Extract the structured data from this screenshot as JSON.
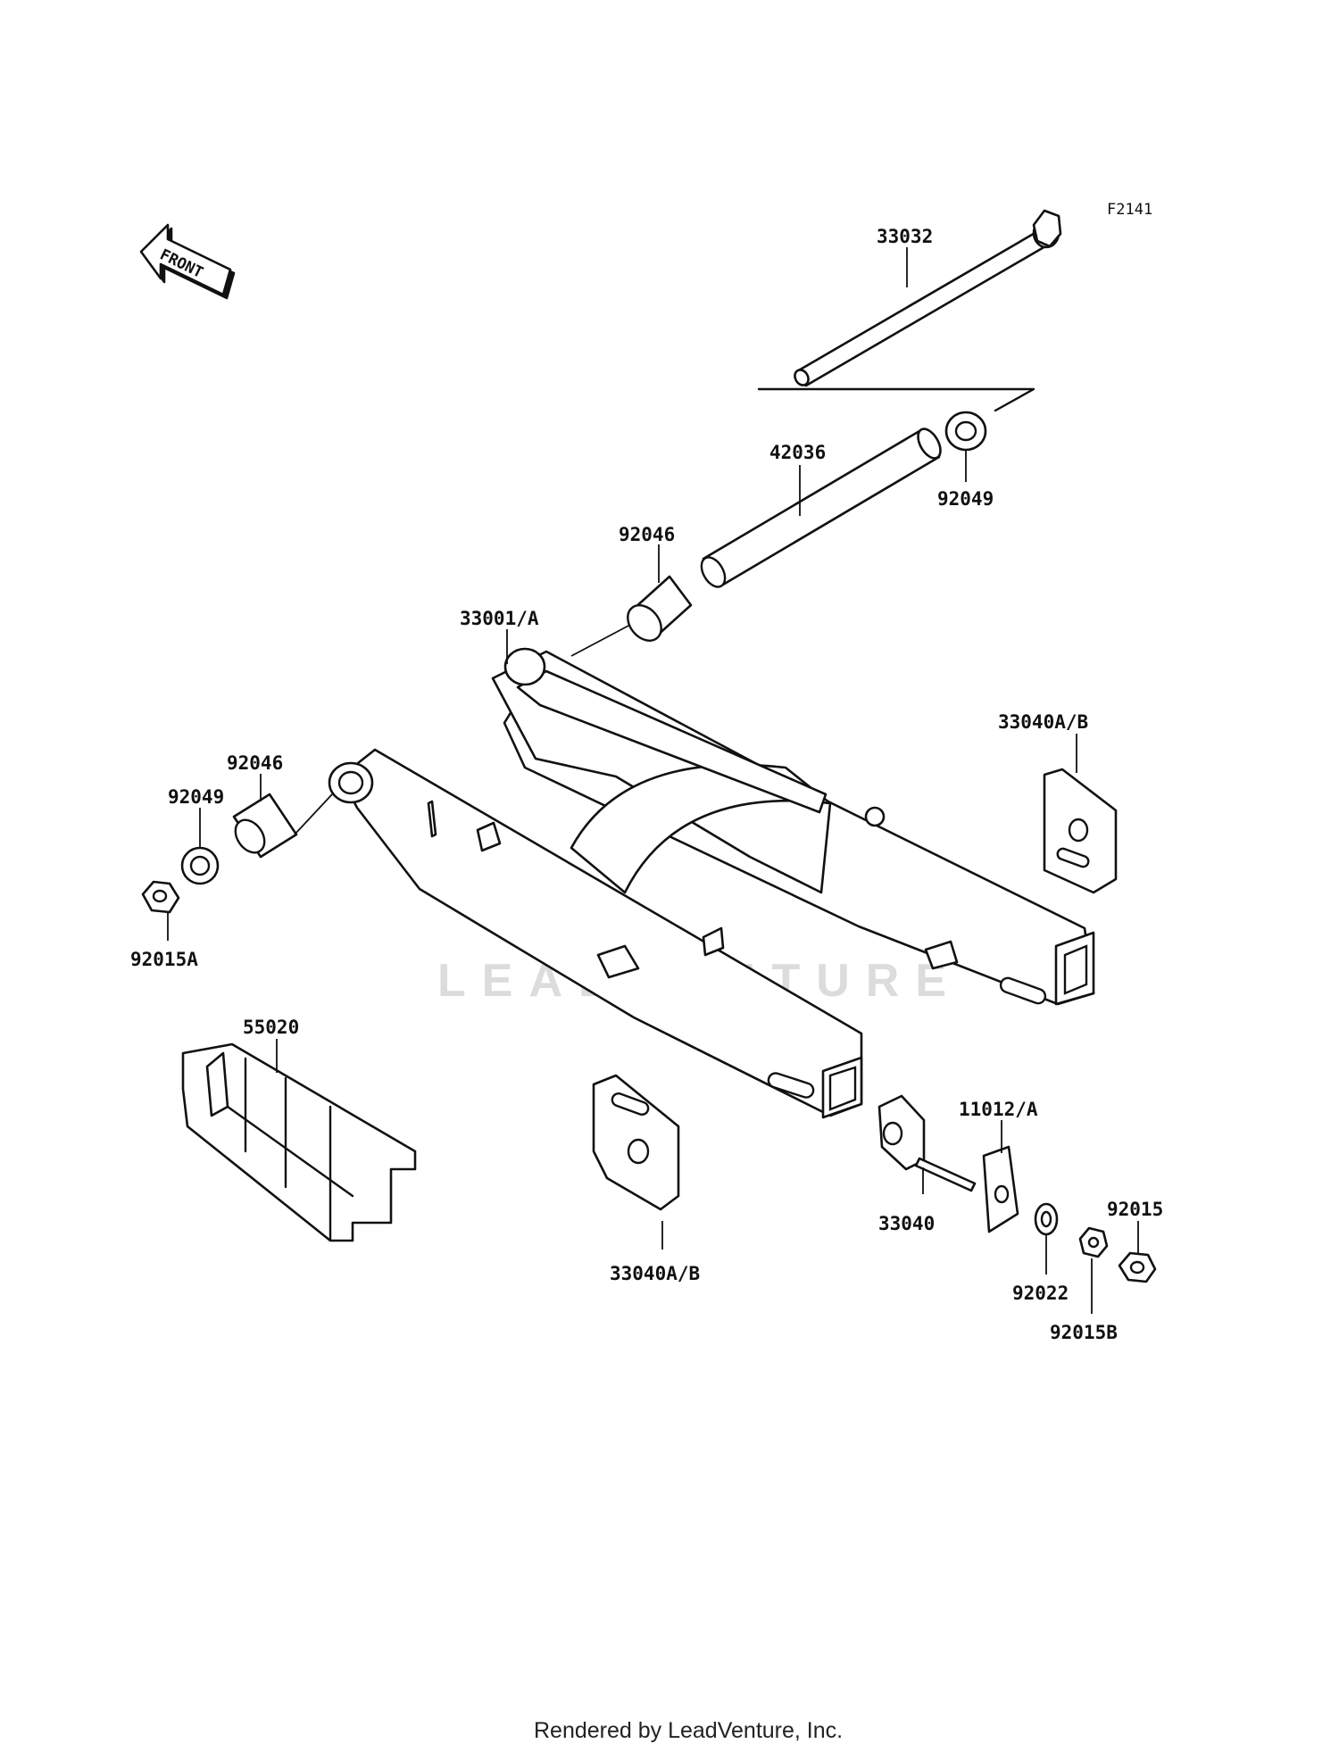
{
  "figure_id": "F2141",
  "front_label": "FRONT",
  "watermark": "LEADVENTURE",
  "footer": "Rendered by LeadVenture, Inc.",
  "colors": {
    "ink": "#111111",
    "paper": "#ffffff",
    "watermark": "#dcdcdc"
  },
  "parts": {
    "p33032": "33032",
    "p42036": "42036",
    "p92049_upper": "92049",
    "p92046_upper": "92046",
    "p33001": "33001/A",
    "p33040ab_right": "33040A/B",
    "p92046_left": "92046",
    "p92049_left": "92049",
    "p92015a": "92015A",
    "p55020": "55020",
    "p11012": "11012/A",
    "p92015": "92015",
    "p33040": "33040",
    "p92022": "92022",
    "p92015b": "92015B",
    "p33040ab_lower": "33040A/B"
  }
}
